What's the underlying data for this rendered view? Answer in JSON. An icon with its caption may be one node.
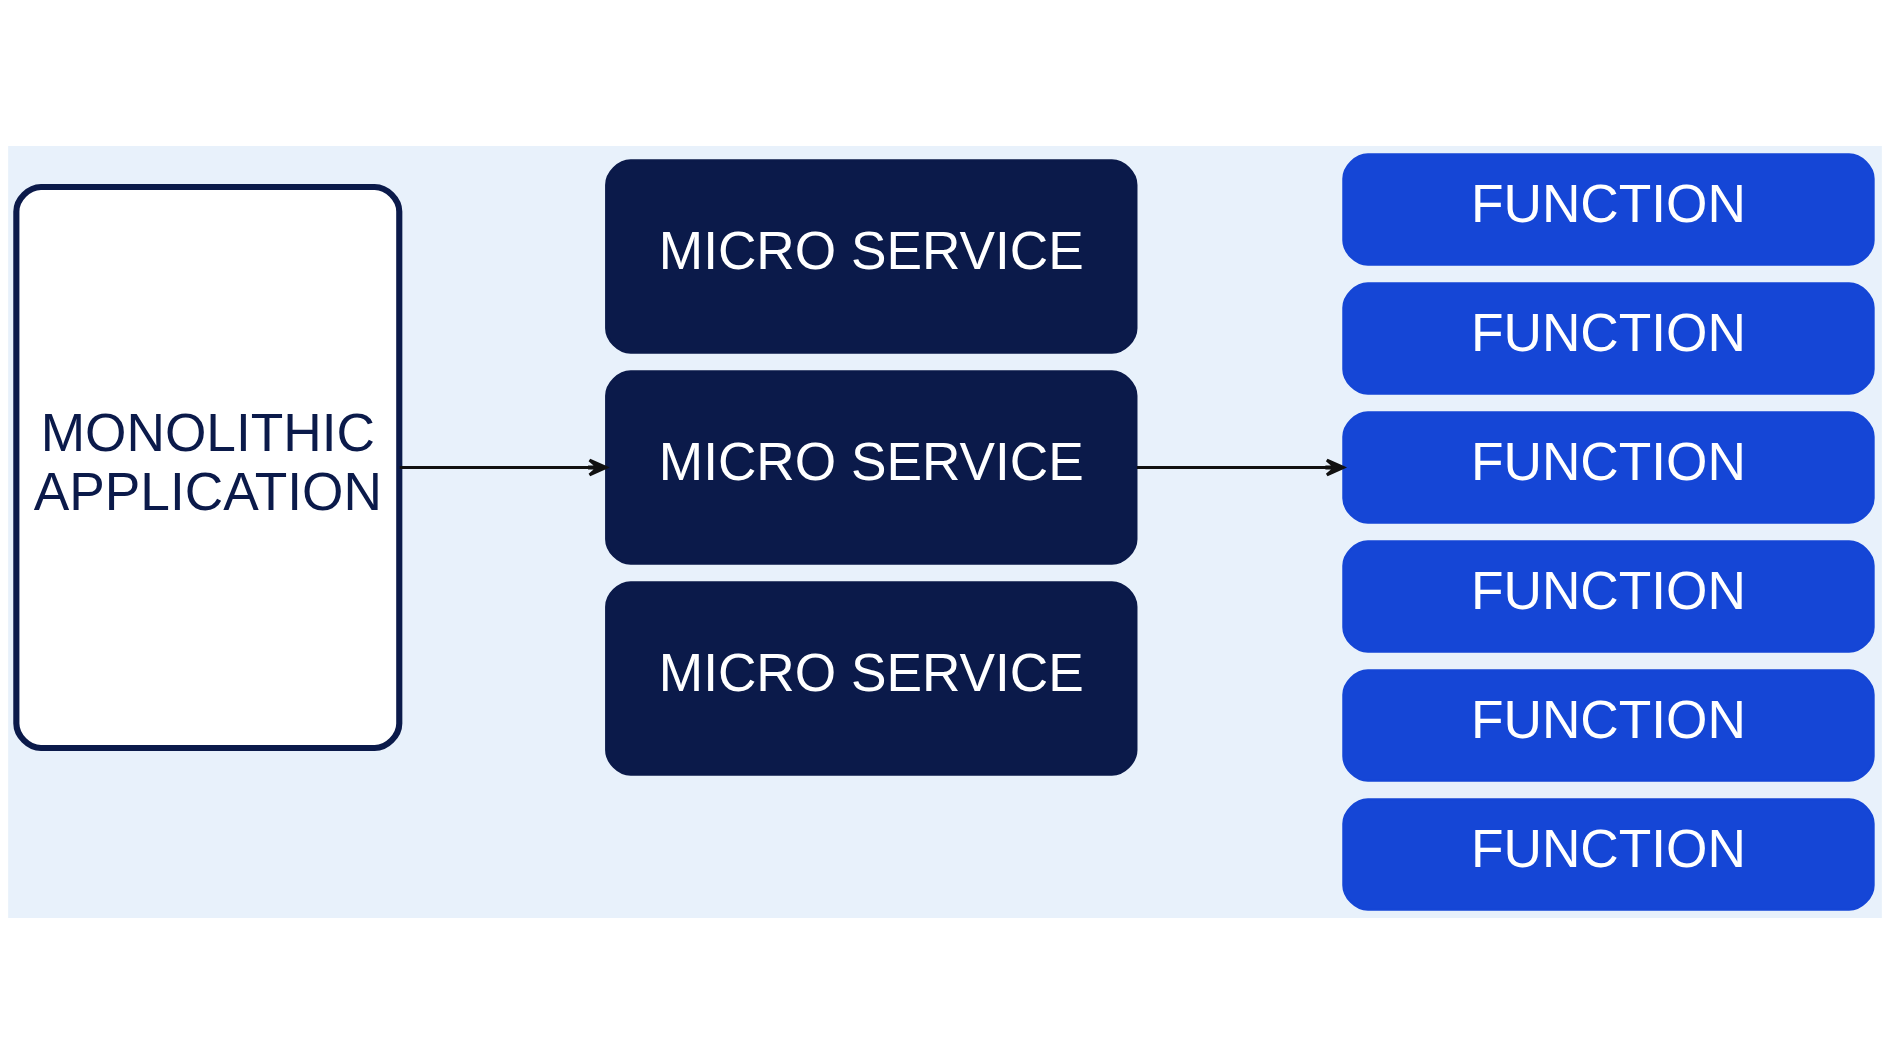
{
  "diagram": {
    "nodes": [
      {
        "text": [
          "MONOLITHIC APPLICATION"
        ]
      },
      {
        "text": [
          "MICRO SERVICE"
        ]
      },
      {
        "text": [
          "MICRO SERVICE"
        ]
      },
      {
        "text": [
          "MICRO SERVICE"
        ]
      },
      {
        "text": [
          "FUNCTION"
        ]
      },
      {
        "text": [
          "FUNCTION"
        ]
      },
      {
        "text": [
          "FUNCTION"
        ]
      },
      {
        "text": [
          "FUNCTION"
        ]
      },
      {
        "text": [
          "FUNCTION"
        ]
      },
      {
        "text": [
          "FUNCTION"
        ]
      }
    ],
    "edges": [
      {
        "from": 0,
        "to": 2,
        "arrow": "to"
      },
      {
        "from": 2,
        "to": 6,
        "arrow": "to"
      }
    ]
  }
}
